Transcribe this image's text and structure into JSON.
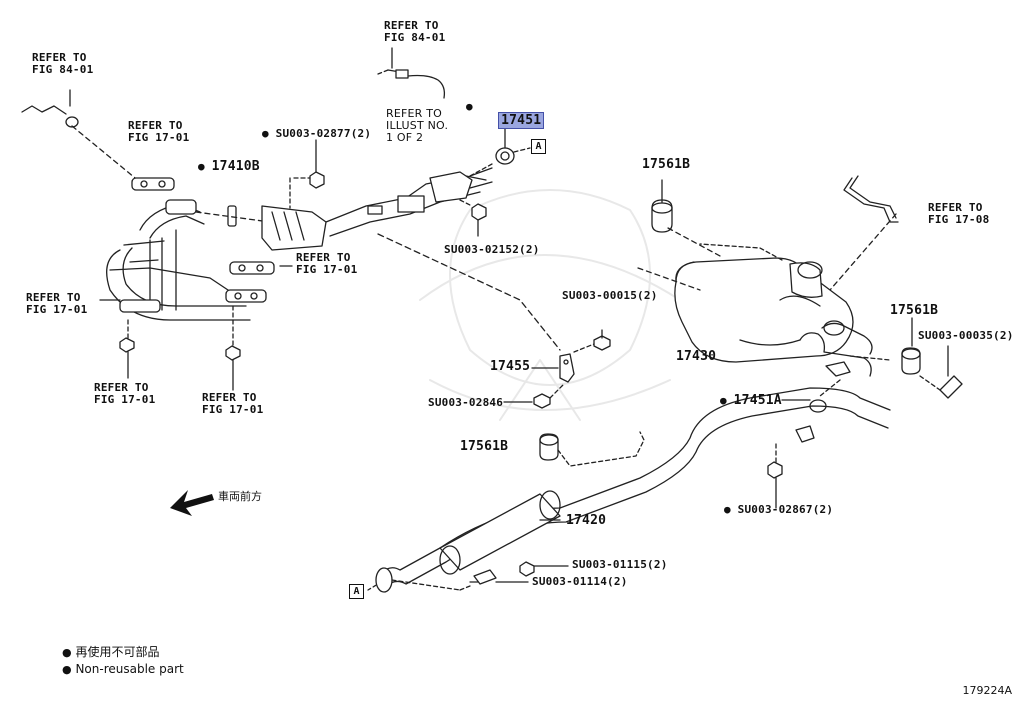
{
  "refs": {
    "r_84_01_top": "REFER TO\nFIG 84-01",
    "r_84_01_left": "REFER TO\nFIG 84-01",
    "r_17_01_a": "REFER TO\nFIG 17-01",
    "r_17_01_b": "REFER TO\nFIG 17-01",
    "r_17_01_c": "REFER TO\nFIG 17-01",
    "r_17_01_d": "REFER TO\nFIG 17-01",
    "r_17_01_e": "REFER TO\nFIG 17-01",
    "r_17_08": "REFER TO\nFIG 17-08",
    "illust": "REFER TO\nILLUST NO.\n1 OF 2"
  },
  "parts": {
    "p17451": "17451",
    "p17410B": "17410B",
    "p17561B_top": "17561B",
    "p17561B_right": "17561B",
    "p17561B_mid": "17561B",
    "p17430": "17430",
    "p17455": "17455",
    "p17451A": "17451A",
    "p17420": "17420",
    "su02877": "SU003-02877(2)",
    "su02152": "SU003-02152(2)",
    "su00015": "SU003-00015(2)",
    "su00035": "SU003-00035(2)",
    "su02846": "SU003-02846",
    "su02867": "SU003-02867(2)",
    "su01115": "SU003-01115(2)",
    "su01114": "SU003-01114(2)"
  },
  "markers": {
    "a_top": "A",
    "a_bottom": "A"
  },
  "direction_label": "車両前方",
  "legend": {
    "jp": "再使用不可部品",
    "en": "Non-reusable part"
  },
  "figure_id": "179224A",
  "colors": {
    "highlight": "#9aa6e0",
    "line": "#222222"
  }
}
